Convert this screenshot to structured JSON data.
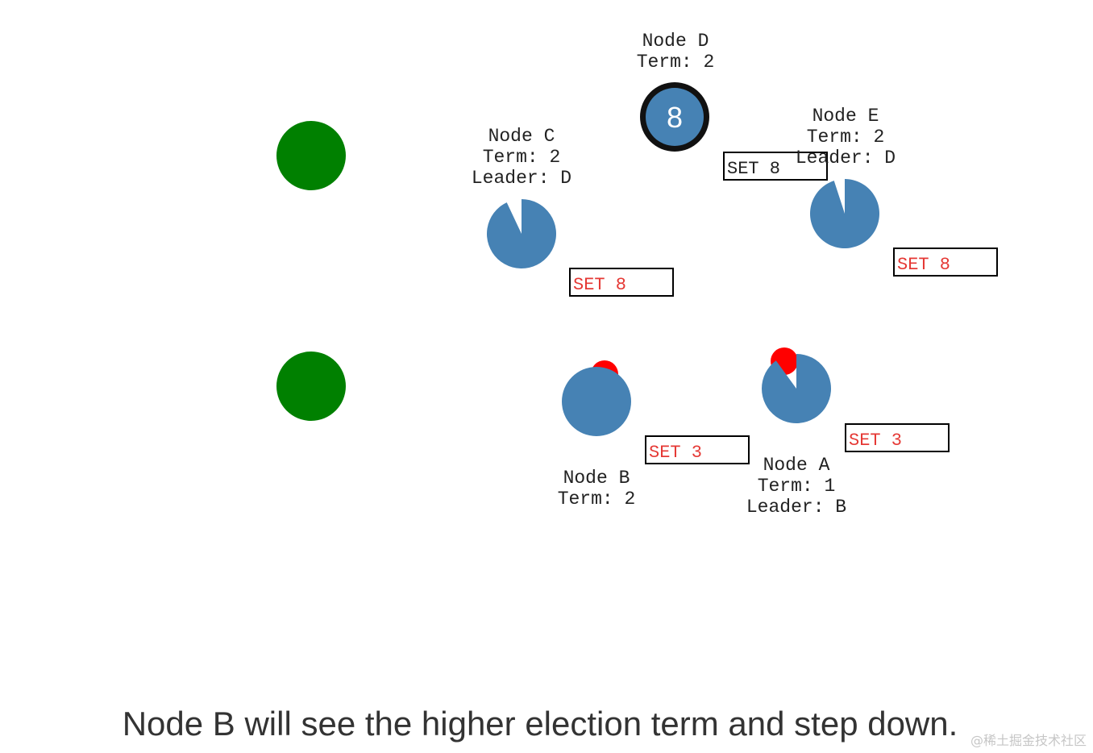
{
  "colors": {
    "client": "#008000",
    "node": "#4682b4",
    "leader_ring": "#111111",
    "vote": "#ff0000",
    "uncommitted": "#e53935",
    "committed": "#222222"
  },
  "clients": [
    {
      "name": "client-top"
    },
    {
      "name": "client-bottom"
    }
  ],
  "nodes": {
    "d": {
      "name": "Node D",
      "term": "Term: 2",
      "value": "8",
      "role": "leader"
    },
    "c": {
      "name": "Node C",
      "term": "Term: 2",
      "leader": "Leader: D",
      "role": "follower",
      "election_timer_remaining": 0.93
    },
    "e": {
      "name": "Node E",
      "term": "Term: 2",
      "leader": "Leader: D",
      "role": "follower",
      "election_timer_remaining": 0.95
    },
    "b": {
      "name": "Node B",
      "term": "Term: 2",
      "role": "candidate",
      "vote_indicator": "vote-icon"
    },
    "a": {
      "name": "Node A",
      "term": "Term: 1",
      "leader": "Leader: B",
      "role": "follower",
      "election_timer_remaining": 0.9,
      "vote_indicator": "vote-icon"
    }
  },
  "log_entries": {
    "d": {
      "text": "SET 8",
      "committed": true
    },
    "c": {
      "text": "SET 8",
      "committed": false
    },
    "e": {
      "text": "SET 8",
      "committed": false
    },
    "b": {
      "text": "SET 3",
      "committed": false
    },
    "a": {
      "text": "SET 3",
      "committed": false
    }
  },
  "caption": "Node B will see the higher election term and step down.",
  "watermark": "@稀土掘金技术社区"
}
